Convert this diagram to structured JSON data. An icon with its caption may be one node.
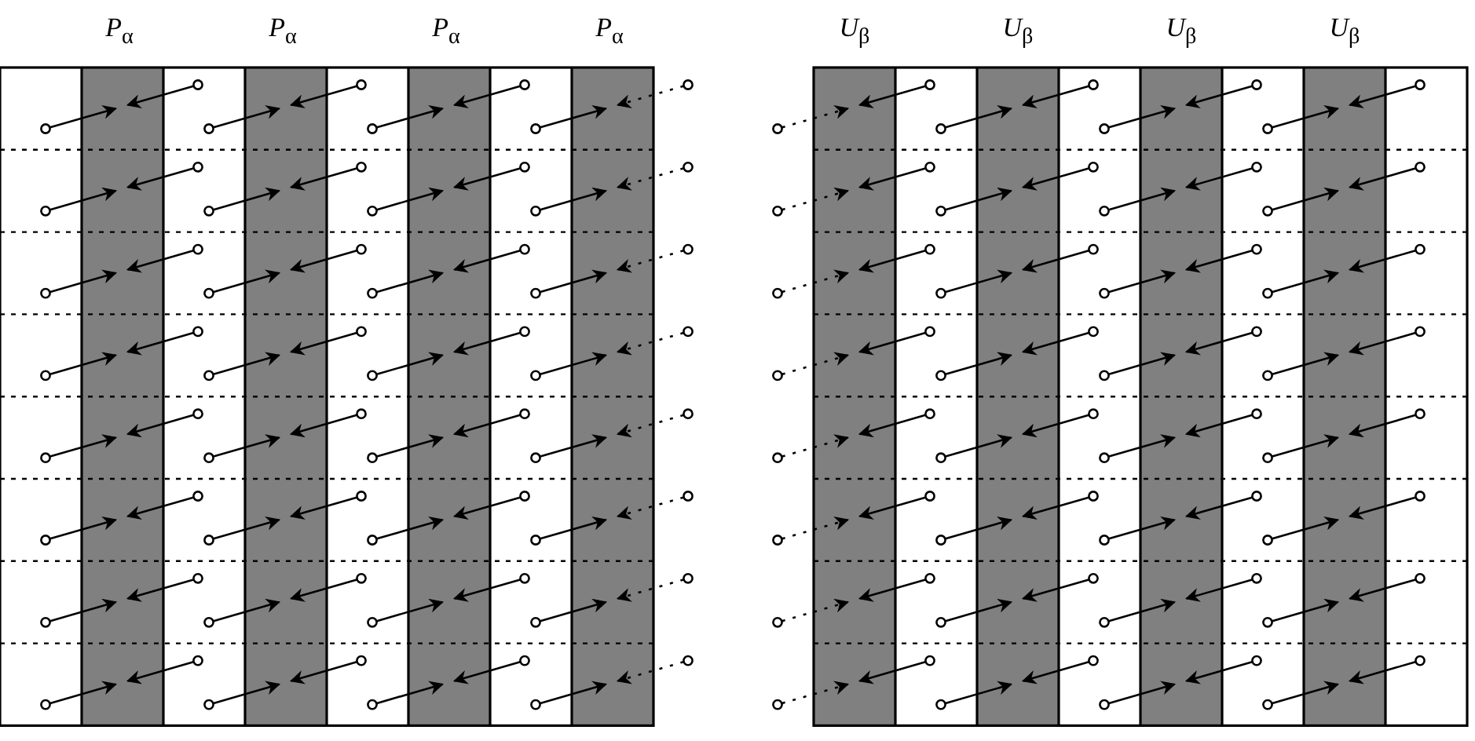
{
  "diagram": {
    "labels": [
      "*P*$_{α}$",
      "*P*$_{α}$",
      "*P*$_{α}$",
      "*P*$_{α}$",
      "*U*$_{β}$",
      "*U*$_{β}$",
      "*U*$_{β}$",
      "*U*$_{β}$"
    ]
  }
}
